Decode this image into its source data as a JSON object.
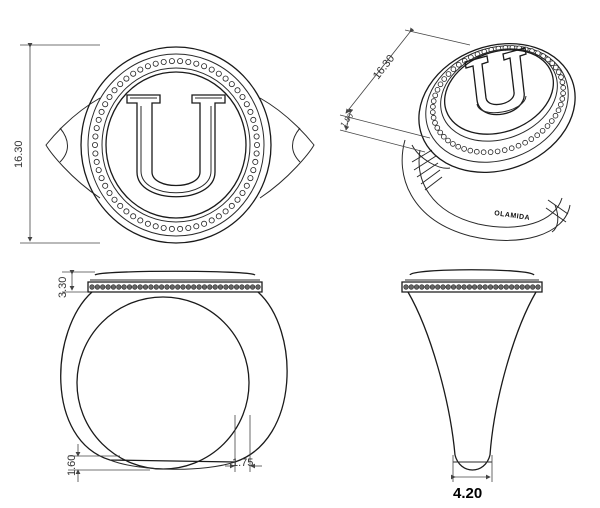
{
  "drawing": {
    "monogram": "U",
    "brand": "OLAMIDA",
    "dimensions": {
      "front_height": "16.30",
      "iso_height": "16.30",
      "iso_small": "1.80",
      "side_top": "3.30",
      "side_bottom": "1.60",
      "side_band": "1.75",
      "shank_width": "4.20"
    }
  }
}
